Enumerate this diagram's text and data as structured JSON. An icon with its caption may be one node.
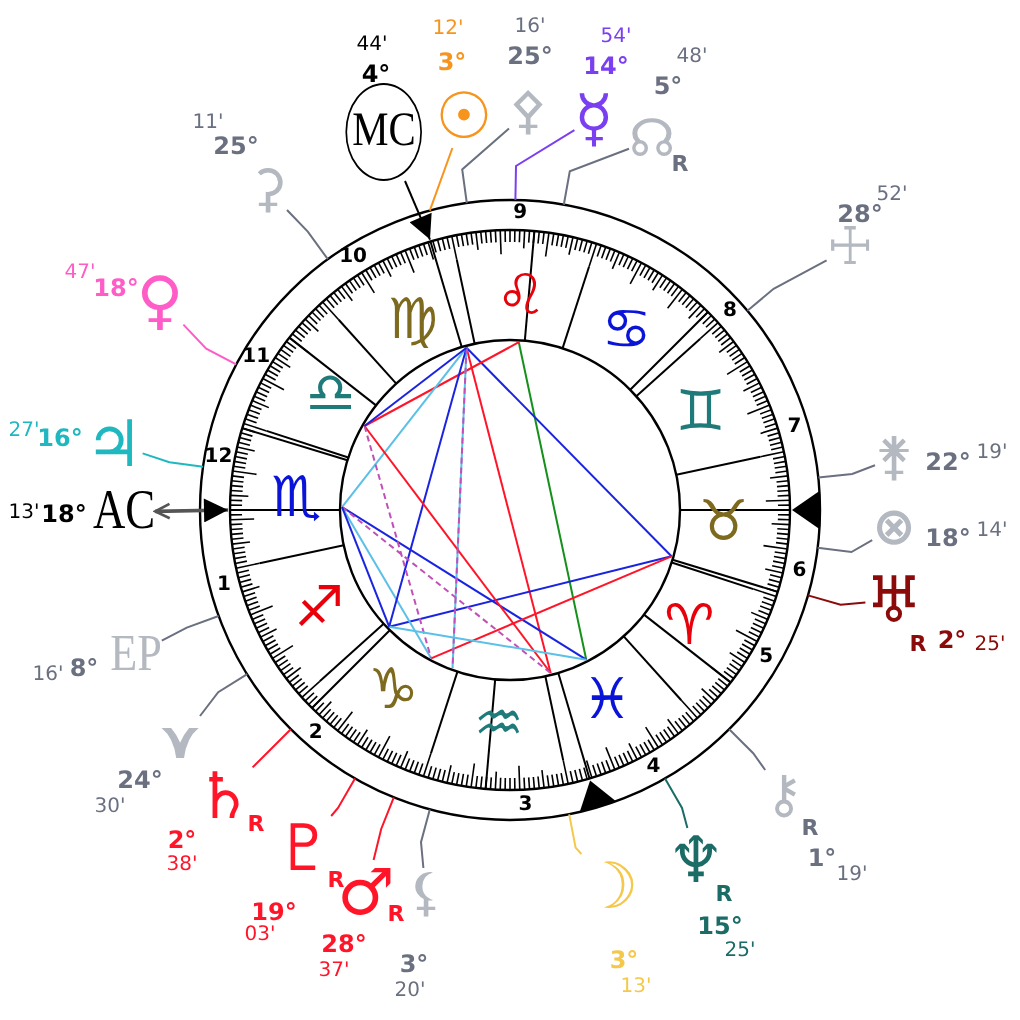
{
  "diagram": {
    "nodes": [
      {
        "text": [
          "44'",
          "4°",
          "MC"
        ]
      },
      {
        "text": [
          "12'",
          "3°",
          "☉"
        ]
      },
      {
        "text": [
          "16'",
          "25°",
          "⚴"
        ]
      },
      {
        "text": [
          "54'",
          "14°",
          "☿"
        ]
      },
      {
        "text": [
          "48'",
          "5°",
          "☊",
          "R"
        ]
      },
      {
        "text": [
          "11'",
          "25°",
          "⚳"
        ]
      },
      {
        "text": [
          "52'",
          "28°",
          "☩"
        ]
      },
      {
        "text": [
          "47'",
          "18°",
          "♀"
        ]
      },
      {
        "text": [
          "27'",
          "16°",
          "♃"
        ]
      },
      {
        "text": [
          "⚵",
          "22°",
          "19'"
        ]
      },
      {
        "text": [
          "13'",
          "18°",
          "AC"
        ]
      },
      {
        "text": [
          "⊗",
          "18°",
          "14'"
        ]
      },
      {
        "text": [
          "♅",
          "R",
          "2°",
          "25'"
        ]
      },
      {
        "text": [
          "16'",
          "8°",
          "EP"
        ]
      },
      {
        "text": [
          "⋎",
          "24°",
          "30'"
        ]
      },
      {
        "text": [
          "♄",
          "R",
          "2°",
          "38'"
        ]
      },
      {
        "text": [
          "⚷",
          "R",
          "1°",
          "19'"
        ]
      },
      {
        "text": [
          "♇",
          "R",
          "19°",
          "03'"
        ]
      },
      {
        "text": [
          "♂",
          "R",
          "28°",
          "37'"
        ]
      },
      {
        "text": [
          "⚸",
          "3°",
          "20'"
        ]
      },
      {
        "text": [
          "☽",
          "3°",
          "13'"
        ]
      },
      {
        "text": [
          "♆",
          "R",
          "15°",
          "25'"
        ]
      },
      {
        "text": [],
        "shape": "circle"
      }
    ],
    "edges": [
      {
        "from": 0,
        "to": 22,
        "arrow": "to",
        "color": "#000000"
      },
      {
        "from": 1,
        "to": 22,
        "arrow": "none",
        "color": "#f7941d"
      },
      {
        "from": 2,
        "to": 22,
        "arrow": "none"
      },
      {
        "from": 3,
        "to": 22,
        "arrow": "none",
        "color": "#7b3ff2"
      },
      {
        "from": 4,
        "to": 22,
        "arrow": "none"
      },
      {
        "from": 5,
        "to": 22,
        "arrow": "none"
      },
      {
        "from": 6,
        "to": 22,
        "arrow": "none"
      },
      {
        "from": 7,
        "to": 22,
        "arrow": "none",
        "color": "#ff5cc8"
      },
      {
        "from": 8,
        "to": 22,
        "arrow": "none",
        "color": "#20b8c0"
      },
      {
        "from": 9,
        "to": 22,
        "arrow": "none"
      },
      {
        "from": 22,
        "to": 10,
        "arrow": "both",
        "color": "#555555"
      },
      {
        "from": 11,
        "to": 22,
        "arrow": "none"
      },
      {
        "from": 12,
        "to": 22,
        "arrow": "none",
        "color": "#8b0a0a"
      },
      {
        "from": 13,
        "to": 22,
        "arrow": "none"
      },
      {
        "from": 14,
        "to": 22,
        "arrow": "none"
      },
      {
        "from": 15,
        "to": 22,
        "arrow": "none",
        "color": "#ff1428"
      },
      {
        "from": 16,
        "to": 22,
        "arrow": "none"
      },
      {
        "from": 17,
        "to": 22,
        "arrow": "none",
        "color": "#ff1428"
      },
      {
        "from": 18,
        "to": 22,
        "arrow": "none",
        "color": "#ff1428"
      },
      {
        "from": 19,
        "to": 22,
        "arrow": "none"
      },
      {
        "from": 20,
        "to": 22,
        "arrow": "none",
        "color": "#f5c84a"
      },
      {
        "from": 21,
        "to": 22,
        "arrow": "none",
        "color": "#1b6b66"
      }
    ],
    "labels": [
      "1",
      "2",
      "3",
      "4",
      "5",
      "6",
      "7",
      "8",
      "9",
      "10",
      "11",
      "12",
      "♈",
      "♉",
      "♊",
      "♋",
      "♌",
      "♍",
      "♎",
      "♏",
      "♐",
      "♑",
      "♒",
      "♓"
    ]
  }
}
